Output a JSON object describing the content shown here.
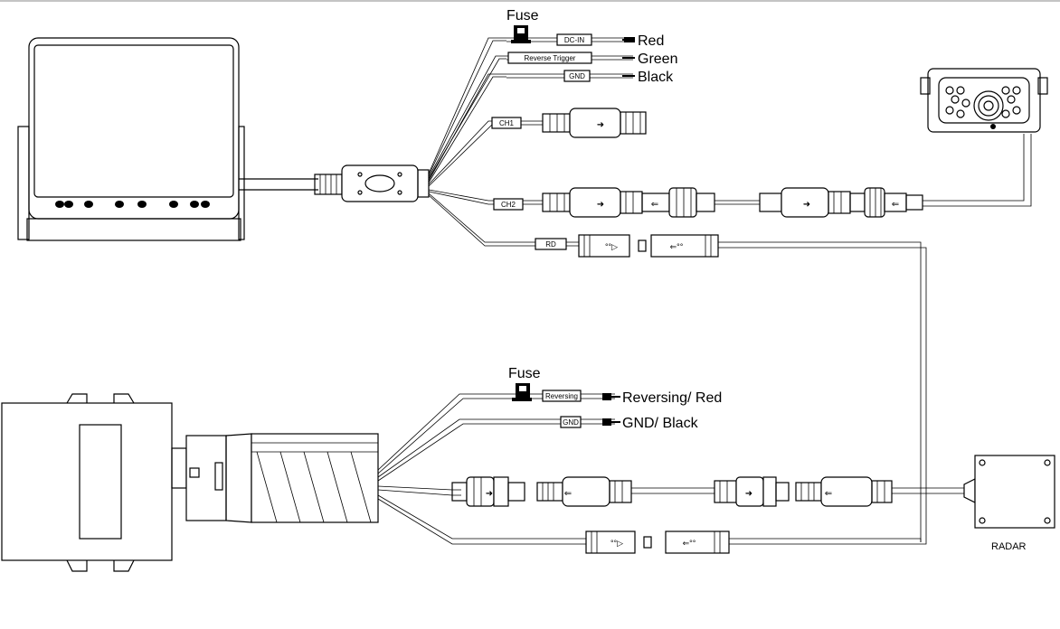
{
  "top_system": {
    "fuse_label": "Fuse",
    "wires": [
      {
        "tag": "DC-IN",
        "color_label": "Red"
      },
      {
        "tag": "Reverse Trigger",
        "color_label": "Green"
      },
      {
        "tag": "GND",
        "color_label": "Black"
      }
    ],
    "channels": [
      "CH1",
      "CH2"
    ],
    "radar_tag": "RD"
  },
  "bottom_system": {
    "fuse_label": "Fuse",
    "wires": [
      {
        "tag": "Reversing",
        "label": "Reversing/ Red"
      },
      {
        "tag": "GND",
        "label": "GND/ Black"
      }
    ]
  },
  "radar": {
    "label": "RADAR"
  }
}
